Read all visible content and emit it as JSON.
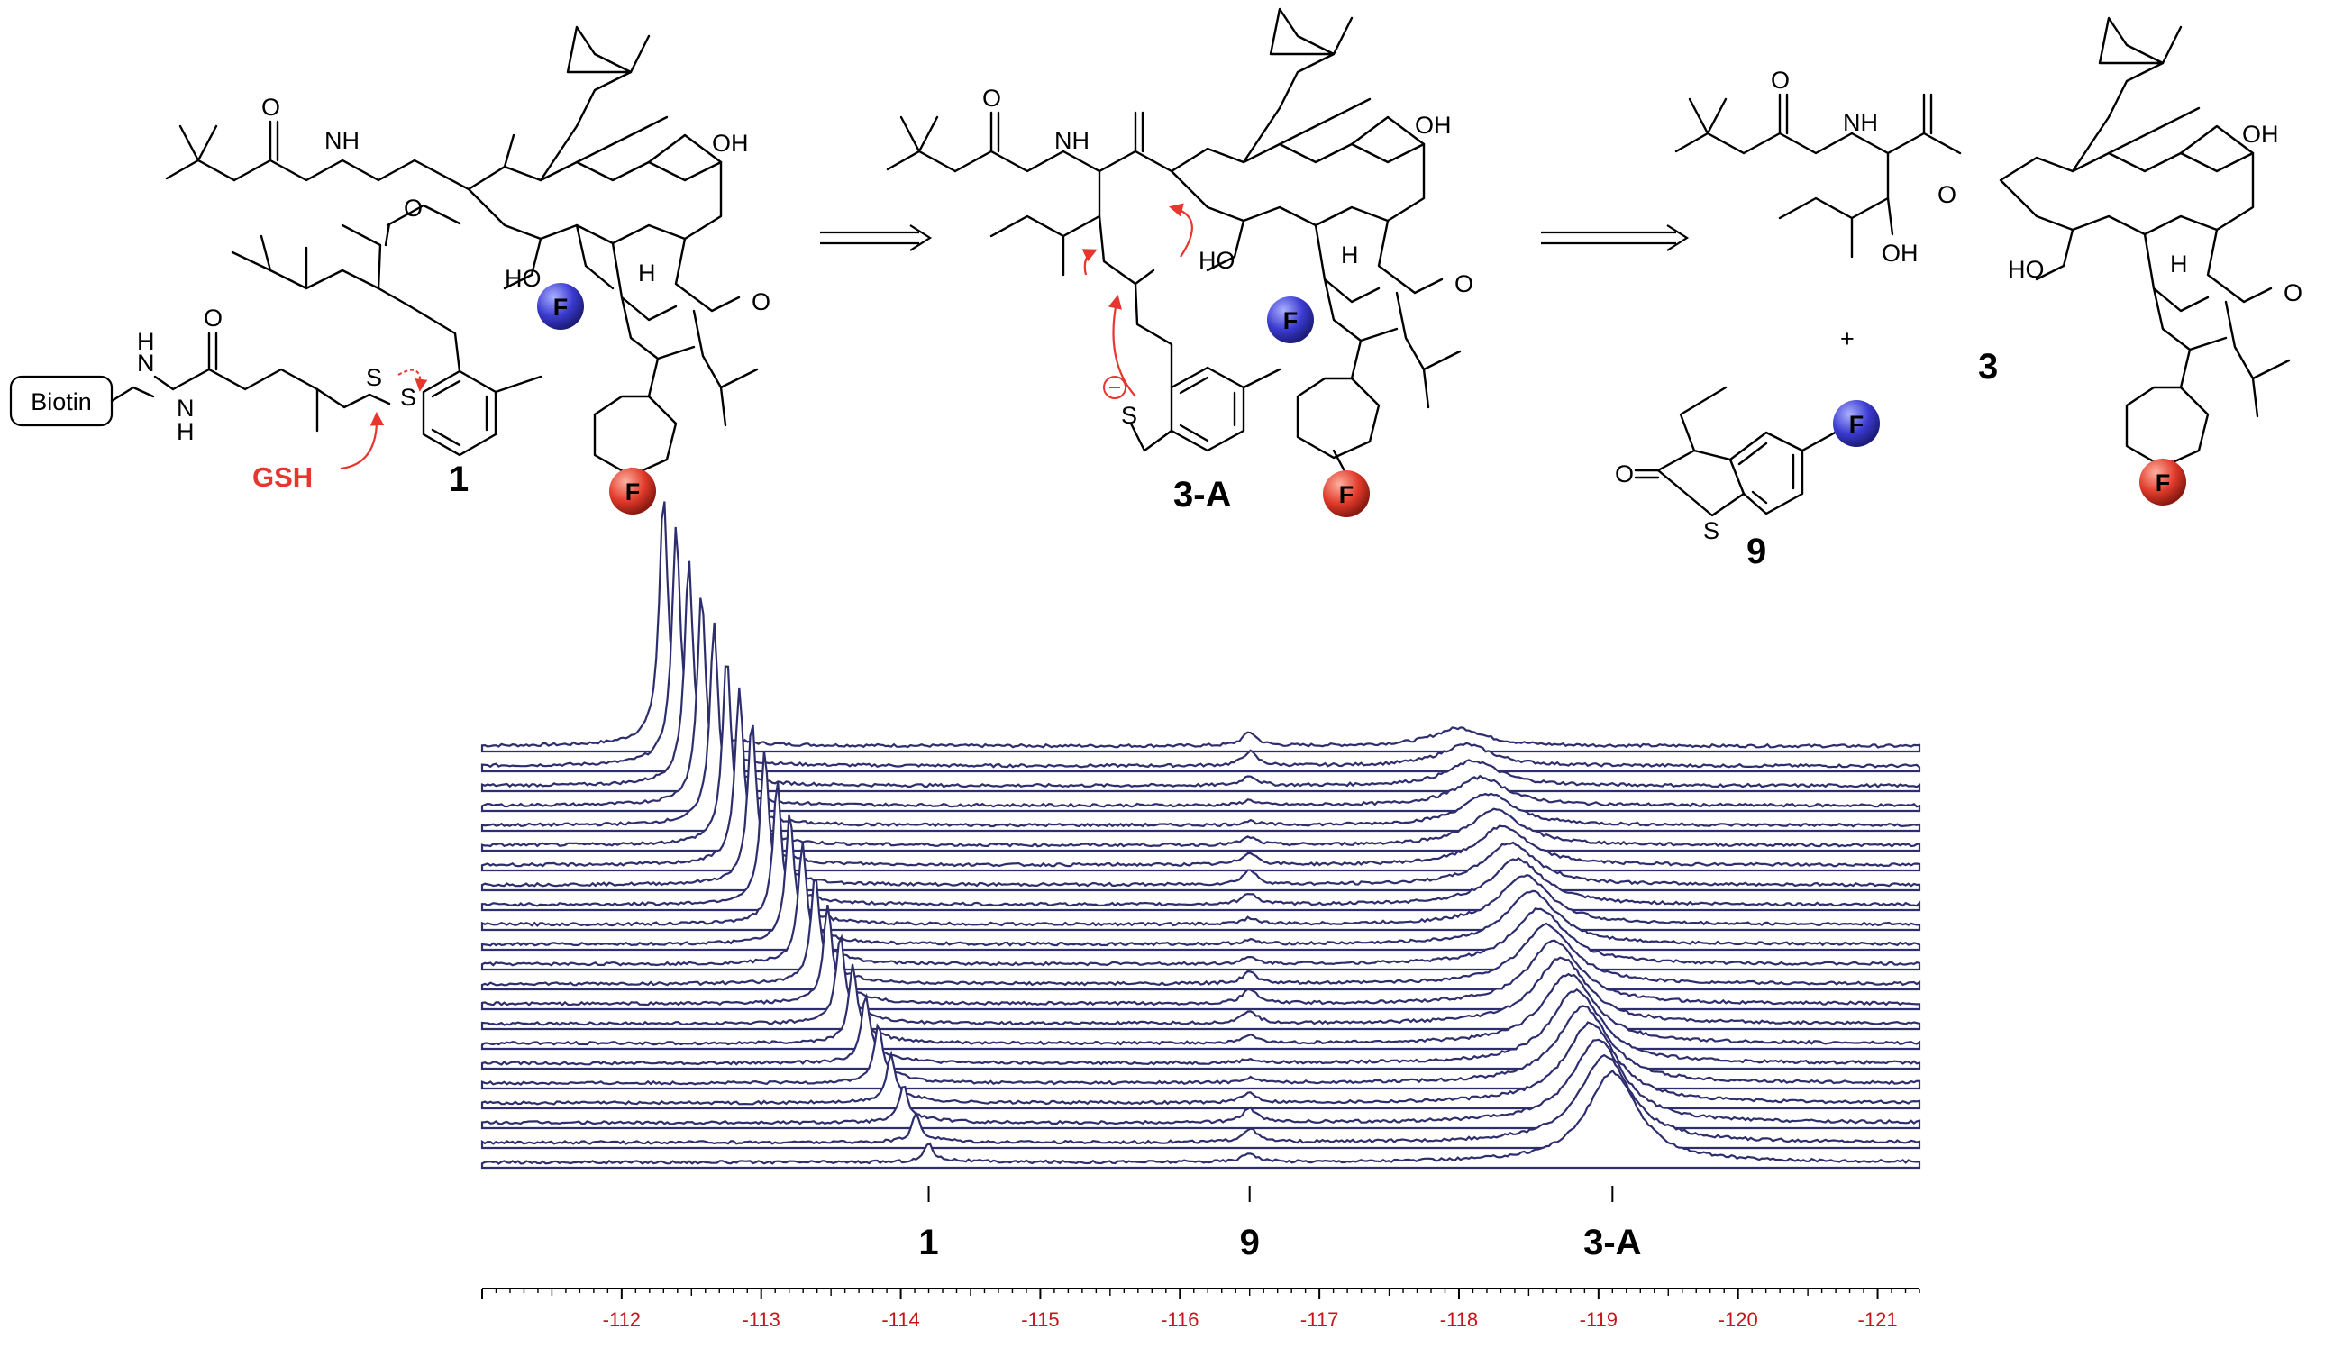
{
  "scheme": {
    "compounds": [
      {
        "id": "1",
        "label": "1"
      },
      {
        "id": "3-A",
        "label": "3-A"
      },
      {
        "id": "3",
        "label": "3"
      },
      {
        "id": "9",
        "label": "9"
      }
    ],
    "reagent": "GSH",
    "biotin_tag": "Biotin",
    "plus": "+",
    "fluorine_symbol": "F",
    "atom_labels": {
      "nh": "NH",
      "oh": "OH",
      "ho": "HO",
      "h": "H",
      "n": "N",
      "o": "O",
      "s": "S"
    },
    "colors": {
      "fluorine_blue": "#3a3ad0",
      "fluorine_red": "#e03a2a",
      "arrow_red": "#e8352e",
      "spectrum": "#2e2e6e",
      "axis_tick_text": "#c4161c"
    }
  },
  "spectrum": {
    "peak_labels": [
      {
        "text": "1",
        "ppm": -114.2
      },
      {
        "text": "9",
        "ppm": -116.5
      },
      {
        "text": "3-A",
        "ppm": -119.1
      }
    ],
    "x_axis": {
      "min": -111,
      "max": -121.3,
      "ticks": [
        "-112",
        "-113",
        "-114",
        "-115",
        "-116",
        "-117",
        "-118",
        "-119",
        "-120",
        "-121"
      ],
      "reversed": true
    }
  },
  "chart_data": {
    "type": "line",
    "xlabel": "",
    "ylabel": "",
    "xlim": [
      -111,
      -121.3
    ],
    "x_ticks": [
      -112,
      -113,
      -114,
      -115,
      -116,
      -117,
      -118,
      -119,
      -120,
      -121
    ],
    "series_count": 22,
    "peaks": [
      {
        "label": "1",
        "ppm_first_trace": -114.2,
        "ppm_last_trace": -112.3,
        "trend": "large sharp peak; intensity grows across traces"
      },
      {
        "label": "9",
        "ppm_first_trace": -116.5,
        "ppm_last_trace": -116.5,
        "trend": "small peak"
      },
      {
        "label": "3-A",
        "ppm_first_trace": -119.1,
        "ppm_last_trace": -118.0,
        "trend": "broad peak; intensity decreases across traces"
      }
    ]
  }
}
